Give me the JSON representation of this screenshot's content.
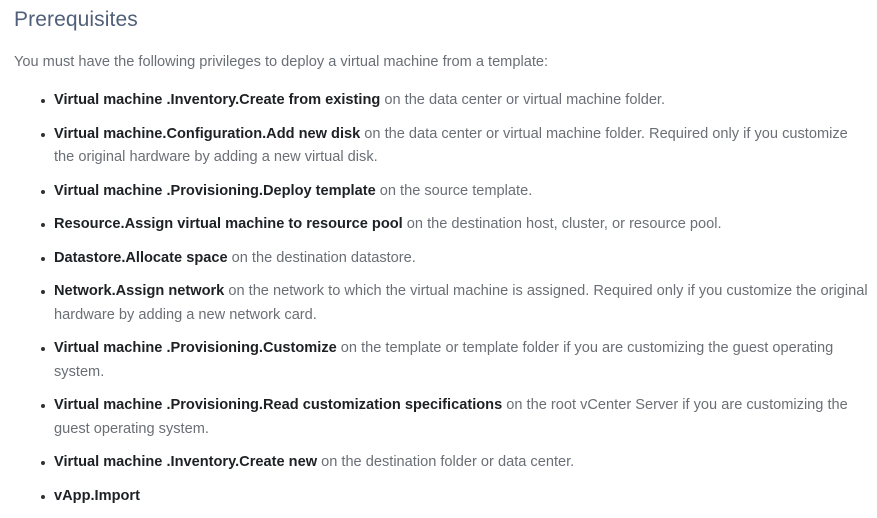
{
  "page": {
    "title": "Prerequisites",
    "intro": "You must have the following privileges to deploy a virtual machine from a template:"
  },
  "colors": {
    "heading": "#50607a",
    "body_text": "#6a6f76",
    "bold_text": "#1d2125",
    "background": "#ffffff",
    "bullet": "#2e3236"
  },
  "privileges": [
    {
      "path": "Virtual machine .Inventory.Create from existing",
      "description": " on the data center or virtual machine folder."
    },
    {
      "path": "Virtual machine.Configuration.Add new disk",
      "description": " on the data center or virtual machine folder. Required only if you customize the original hardware by adding a new virtual disk."
    },
    {
      "path": "Virtual machine .Provisioning.Deploy template",
      "description": " on the source template."
    },
    {
      "path": "Resource.Assign virtual machine to resource pool",
      "description": " on the destination host, cluster, or resource pool."
    },
    {
      "path": "Datastore.Allocate space",
      "description": " on the destination datastore."
    },
    {
      "path": "Network.Assign network",
      "description": " on the network to which the virtual machine is assigned. Required only if you customize the original hardware by adding a new network card."
    },
    {
      "path": "Virtual machine .Provisioning.Customize",
      "description": " on the template or template folder if you are customizing the guest operating system."
    },
    {
      "path": "Virtual machine .Provisioning.Read customization specifications",
      "description": " on the root vCenter Server if you are customizing the guest operating system."
    },
    {
      "path": "Virtual machine .Inventory.Create new",
      "description": " on the destination folder or data center."
    },
    {
      "path": "vApp.Import",
      "description": ""
    }
  ]
}
